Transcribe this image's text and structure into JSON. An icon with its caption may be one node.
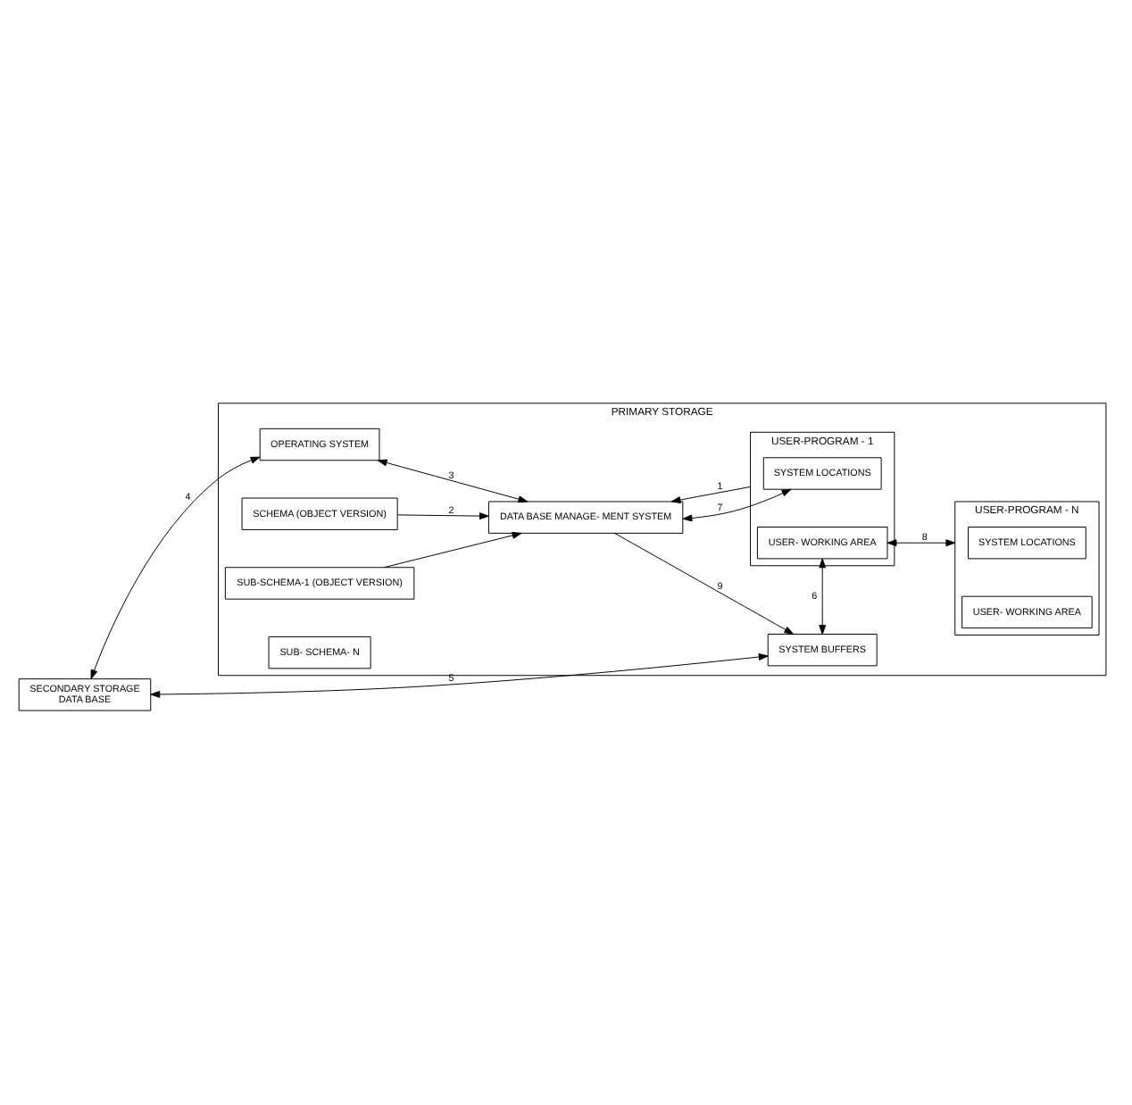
{
  "diagram": {
    "nodes": [
      {
        "text": [
          "PRIMARY STORAGE"
        ]
      },
      {
        "text": [
          "OPERATING SYSTEM"
        ],
        "in": 0
      },
      {
        "text": [
          "SCHEMA (OBJECT VERSION)"
        ],
        "in": 0
      },
      {
        "text": [
          "SUB-SCHEMA-1 (OBJECT VERSION)"
        ],
        "in": 0
      },
      {
        "text": [
          "SUB- SCHEMA- N"
        ],
        "in": 0
      },
      {
        "text": [
          "DATA BASE MANAGE- MENT SYSTEM"
        ],
        "in": 0
      },
      {
        "text": [
          "USER-PROGRAM - 1"
        ],
        "in": 0
      },
      {
        "text": [
          "SYSTEM LOCATIONS"
        ],
        "in": 6
      },
      {
        "text": [
          "USER- WORKING AREA"
        ],
        "in": 6
      },
      {
        "text": [
          "USER-PROGRAM - N"
        ],
        "in": 0
      },
      {
        "text": [
          "SYSTEM LOCATIONS"
        ],
        "in": 9
      },
      {
        "text": [
          "USER- WORKING AREA"
        ],
        "in": 9
      },
      {
        "text": [
          "SYSTEM BUFFERS"
        ],
        "in": 0
      },
      {
        "text": [
          "SECONDARY STORAGE",
          "DATA BASE"
        ]
      }
    ],
    "edges": [
      {
        "from": 6,
        "to": 5,
        "arrow": "to",
        "label": "1"
      },
      {
        "from": 2,
        "to": 5,
        "arrow": "to",
        "label": "2"
      },
      {
        "from": 3,
        "to": 5,
        "arrow": "to"
      },
      {
        "from": 1,
        "to": 5,
        "arrow": "both",
        "label": "3"
      },
      {
        "from": 13,
        "to": 1,
        "arrow": "both",
        "label": "4"
      },
      {
        "from": 13,
        "to": 12,
        "arrow": "both",
        "label": "5"
      },
      {
        "from": 12,
        "to": 8,
        "arrow": "both",
        "label": "6"
      },
      {
        "from": 5,
        "to": 7,
        "arrow": "both",
        "label": "7"
      },
      {
        "from": 8,
        "to": 9,
        "arrow": "both",
        "label": "8"
      },
      {
        "from": 5,
        "to": 12,
        "arrow": "to",
        "label": "9"
      }
    ]
  }
}
